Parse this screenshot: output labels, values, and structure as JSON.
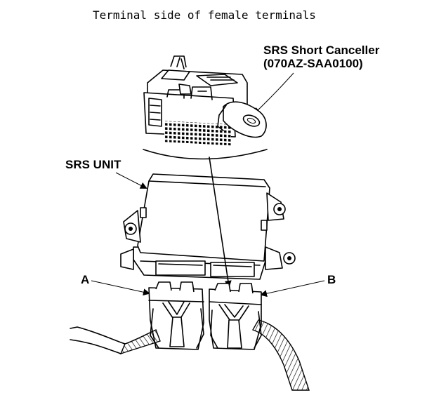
{
  "diagram": {
    "caption": "Terminal side of female terminals",
    "labels": {
      "canceller_name": "SRS Short Canceller",
      "canceller_part": "(070AZ-SAA0100)",
      "unit": "SRS UNIT",
      "connector_a": "A",
      "connector_b": "B"
    }
  }
}
